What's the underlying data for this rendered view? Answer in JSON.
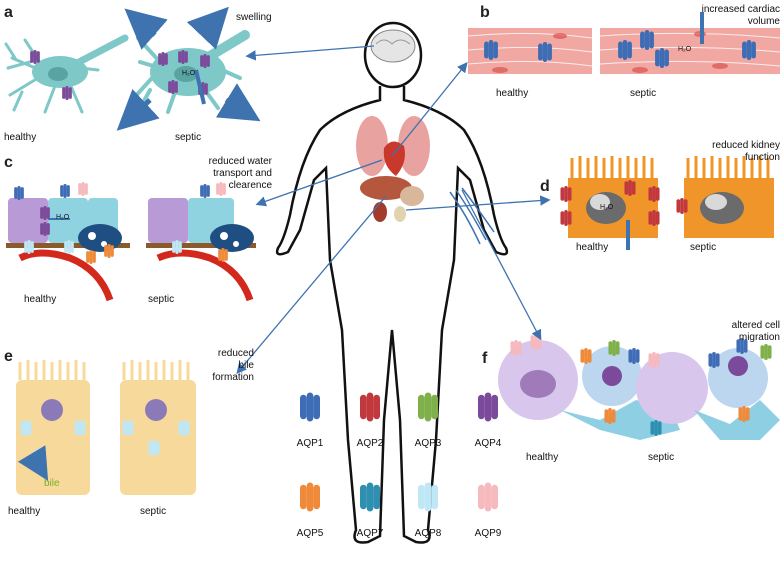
{
  "panels": {
    "a": {
      "letter": "a",
      "annotation": "swelling",
      "healthy": "healthy",
      "septic": "septic",
      "water": "H₂O"
    },
    "b": {
      "letter": "b",
      "annotation_line1": "increased cardiac",
      "annotation_line2": "volume",
      "healthy": "healthy",
      "septic": "septic",
      "water": "H₂O"
    },
    "c": {
      "letter": "c",
      "annotation_line1": "reduced water",
      "annotation_line2": "transport and",
      "annotation_line3": "clearence",
      "healthy": "healthy",
      "septic": "septic",
      "water": "H₂O"
    },
    "d": {
      "letter": "d",
      "annotation_line1": "reduced kidney",
      "annotation_line2": "function",
      "healthy": "healthy",
      "septic": "septic",
      "water": "H₂O"
    },
    "e": {
      "letter": "e",
      "annotation_line1": "reduced",
      "annotation_line2": "bile",
      "annotation_line3": "formation",
      "healthy": "healthy",
      "septic": "septic",
      "bile": "bile"
    },
    "f": {
      "letter": "f",
      "annotation_line1": "altered cell",
      "annotation_line2": "migration",
      "healthy": "healthy",
      "septic": "septic"
    }
  },
  "legend": [
    {
      "label": "AQP1",
      "color": "#3f6db5"
    },
    {
      "label": "AQP2",
      "color": "#c2393d"
    },
    {
      "label": "AQP3",
      "color": "#7fb04a"
    },
    {
      "label": "AQP4",
      "color": "#7b4a9a"
    },
    {
      "label": "AQP5",
      "color": "#ef8a3a"
    },
    {
      "label": "AQP7",
      "color": "#2e8fb0"
    },
    {
      "label": "AQP8",
      "color": "#bfe7f5"
    },
    {
      "label": "AQP9",
      "color": "#f6b9bd"
    }
  ],
  "colors": {
    "arrow": "#3e73b0",
    "neuron": "#7ec8c8",
    "muscle": "#f1a7a2",
    "kidney_cell": "#f0952a",
    "liver_cell": "#f7d99b",
    "lung_cell_purple": "#b79ad6",
    "lung_cell_teal": "#8fd3e0"
  }
}
